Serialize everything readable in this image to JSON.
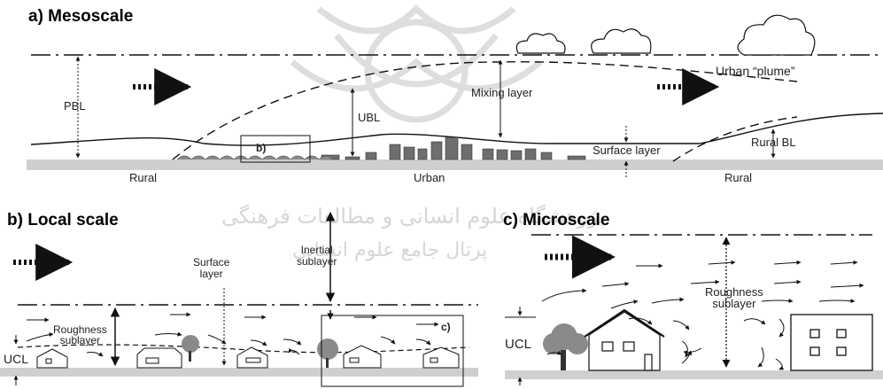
{
  "panel_a": {
    "title": "a)  Mesoscale",
    "pbl": "PBL",
    "ubl": "UBL",
    "mixing_layer": "Mixing layer",
    "urban_plume": "Urban “plume”",
    "surface_layer": "Surface layer",
    "rural_bl": "Rural BL",
    "inset_b": "b)",
    "rural_left": "Rural",
    "urban": "Urban",
    "rural_right": "Rural"
  },
  "panel_b": {
    "title": "b)  Local scale",
    "surface_layer": "Surface\nlayer",
    "inertial_sublayer": "Inertial\nsublayer",
    "roughness_sublayer": "Roughness\nsublayer",
    "ucl": "UCL",
    "inset_c": "c)"
  },
  "panel_c": {
    "title": "c)  Microscale",
    "roughness_sublayer": "Roughness\nsublayer",
    "ucl": "UCL"
  },
  "watermark": {
    "line1": "پژوهشگاه علوم انسانی و مطالعات فرهنگی",
    "line2": "پرتال جامع علوم انسانی"
  },
  "colors": {
    "ink": "#111111",
    "ground": "#cfcfcf",
    "building_fill": "#6e6e6e",
    "tree_fill": "#8a8a8a",
    "watermark": "#d6d6d6"
  }
}
